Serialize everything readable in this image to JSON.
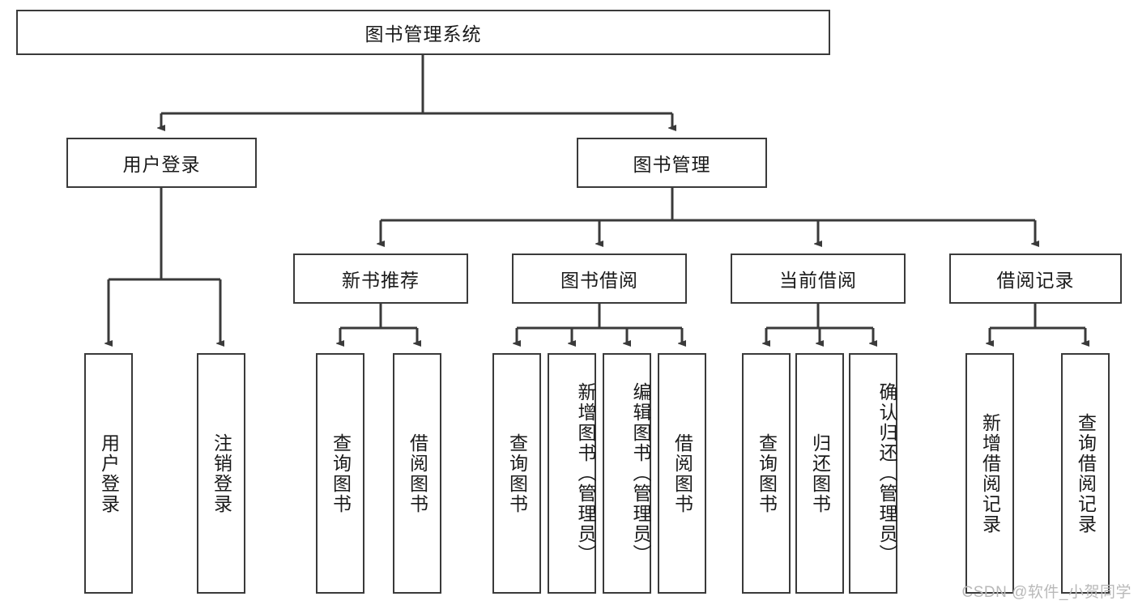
{
  "diagram": {
    "title": "图书管理系统",
    "type": "hierarchy-tree",
    "root": {
      "id": "root",
      "label": "图书管理系统",
      "orientation": "horizontal"
    },
    "level2": [
      {
        "id": "user-login",
        "label": "用户登录",
        "orientation": "horizontal"
      },
      {
        "id": "book-management",
        "label": "图书管理",
        "orientation": "horizontal"
      }
    ],
    "level3": [
      {
        "id": "new-book-recommend",
        "label": "新书推荐",
        "orientation": "horizontal",
        "parent": "book-management"
      },
      {
        "id": "book-borrow",
        "label": "图书借阅",
        "orientation": "horizontal",
        "parent": "book-management"
      },
      {
        "id": "current-borrow",
        "label": "当前借阅",
        "orientation": "horizontal",
        "parent": "book-management"
      },
      {
        "id": "borrow-record",
        "label": "借阅记录",
        "orientation": "horizontal",
        "parent": "book-management"
      }
    ],
    "leaves": [
      {
        "id": "leaf-user-login",
        "label": "用户登录",
        "orientation": "vertical",
        "parent": "user-login"
      },
      {
        "id": "leaf-logout-login",
        "label": "注销登录",
        "orientation": "vertical",
        "parent": "user-login"
      },
      {
        "id": "leaf-query-book-1",
        "label": "查询图书",
        "orientation": "vertical",
        "parent": "new-book-recommend"
      },
      {
        "id": "leaf-borrow-book-1",
        "label": "借阅图书",
        "orientation": "vertical",
        "parent": "new-book-recommend"
      },
      {
        "id": "leaf-query-book-2",
        "label": "查询图书",
        "orientation": "vertical",
        "parent": "book-borrow"
      },
      {
        "id": "leaf-add-book",
        "label": "新增图书（管理员）",
        "orientation": "vertical",
        "parent": "book-borrow"
      },
      {
        "id": "leaf-edit-book",
        "label": "编辑图书（管理员）",
        "orientation": "vertical",
        "parent": "book-borrow"
      },
      {
        "id": "leaf-borrow-book-2",
        "label": "借阅图书",
        "orientation": "vertical",
        "parent": "book-borrow"
      },
      {
        "id": "leaf-query-book-3",
        "label": "查询图书",
        "orientation": "vertical",
        "parent": "current-borrow"
      },
      {
        "id": "leaf-return-book",
        "label": "归还图书",
        "orientation": "vertical",
        "parent": "current-borrow"
      },
      {
        "id": "leaf-confirm-return",
        "label": "确认归还（管理员）",
        "orientation": "vertical",
        "parent": "current-borrow"
      },
      {
        "id": "leaf-add-record",
        "label": "新增借阅记录",
        "orientation": "vertical",
        "parent": "borrow-record"
      },
      {
        "id": "leaf-query-record",
        "label": "查询借阅记录",
        "orientation": "vertical",
        "parent": "borrow-record"
      }
    ],
    "colors": {
      "border": "#3a3a3a",
      "background": "#ffffff",
      "text": "#1a1a1a",
      "connector": "#3a3a3a",
      "watermark": "#b9b9b9"
    }
  },
  "watermark": {
    "text": "CSDN @软件_小贺同学"
  }
}
